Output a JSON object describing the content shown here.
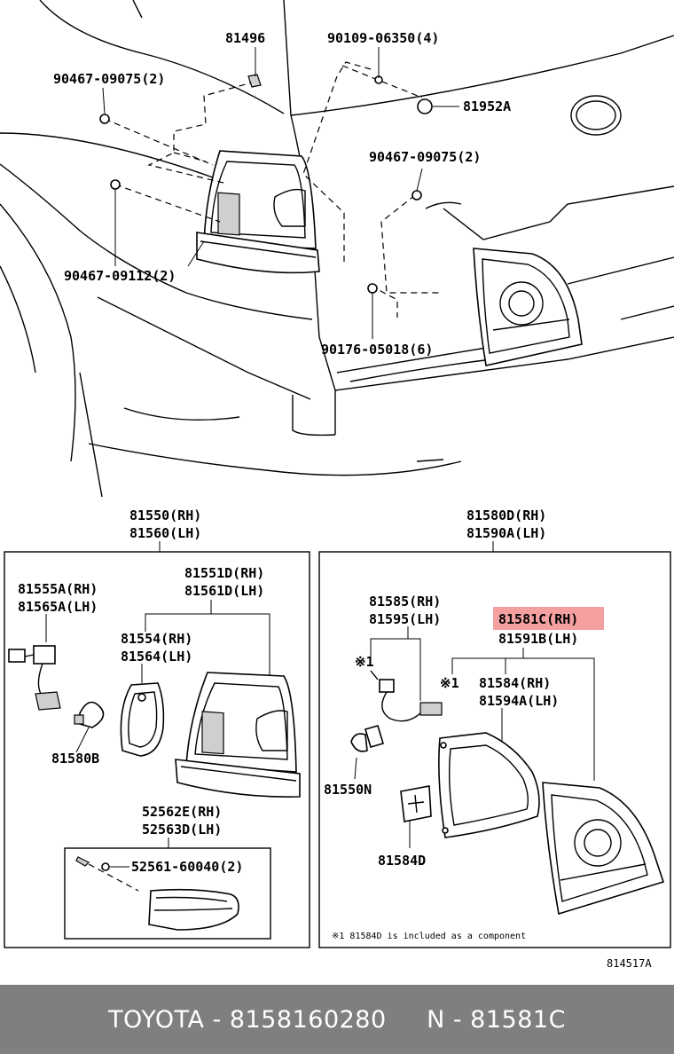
{
  "labels": {
    "l81496": "81496",
    "l90109": "90109-06350(4)",
    "l90467a": "90467-09075(2)",
    "l81952": "81952A",
    "l90467b": "90467-09075(2)",
    "l90467c": "90467-09112(2)",
    "l90176": "90176-05018(6)",
    "l81550": "81550(RH)",
    "l81560": "81560(LH)",
    "l81580d": "81580D(RH)",
    "l81590a": "81590A(LH)",
    "l81551d": "81551D(RH)",
    "l81561d": "81561D(LH)",
    "l81555a": "81555A(RH)",
    "l81565a": "81565A(LH)",
    "l81554": "81554(RH)",
    "l81564": "81564(LH)",
    "l81580b": "81580B",
    "l52562e": "52562E(RH)",
    "l52563d": "52563D(LH)",
    "l52561": "52561-60040(2)",
    "l81585": "81585(RH)",
    "l81595": "81595(LH)",
    "l81581c": "81581C(RH)",
    "l81591b": "81591B(LH)",
    "mark1a": "※1",
    "mark1b": "※1",
    "l81584": "81584(RH)",
    "l81594a": "81594A(LH)",
    "l81550n": "81550N",
    "l81584d": "81584D",
    "note": "※1 81584D is included as a component",
    "code": "814517A"
  },
  "highlight_color": "#f4a0a0",
  "footer": {
    "text": "TOYOTA - 8158160280     N - 81581C"
  }
}
